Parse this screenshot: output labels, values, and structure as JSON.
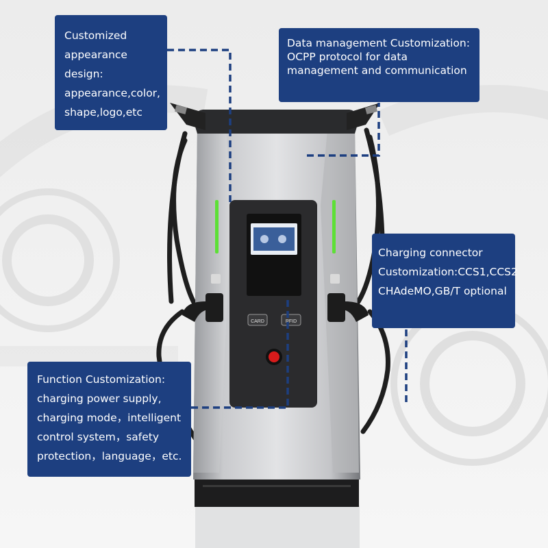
{
  "callouts": {
    "appearance": [
      "Customized",
      "appearance",
      "design:",
      "appearance,color,",
      "shape,logo,etc"
    ],
    "data_management": [
      "Data management Customization:",
      "OCPP protocol for data",
      "management and communication"
    ],
    "connector": [
      "Charging connector",
      "Customization:CCS1,CCS2",
      "CHAdeMO,GB/T optional"
    ],
    "function": [
      "Function Customization:",
      "charging power supply,",
      "charging mode，intelligent",
      "control system，safety",
      "protection，language，etc."
    ]
  },
  "charger": {
    "card_button": "CARD",
    "rfid_button": "RFID"
  },
  "colors": {
    "callout_bg": "#1d3f80",
    "leader_line": "#1d3f80",
    "accent_led": "#5de036",
    "emergency_button": "#d81b1b"
  }
}
